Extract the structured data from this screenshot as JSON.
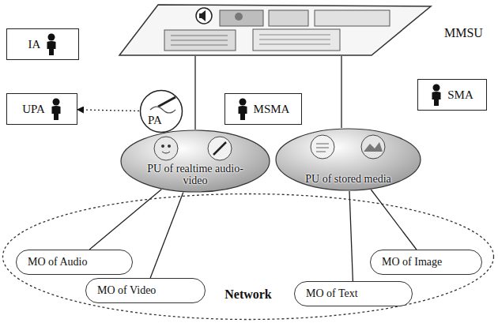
{
  "diagram": {
    "nodes": [
      {
        "text": [
          "MMSU"
        ]
      },
      {
        "text": [
          "IA"
        ]
      },
      {
        "text": [
          "UPA"
        ]
      },
      {
        "text": [
          "PA"
        ]
      },
      {
        "text": [
          "MSMA"
        ]
      },
      {
        "text": [
          "SMA"
        ]
      },
      {
        "text": [
          "PU of realtime audio-video"
        ]
      },
      {
        "text": [
          "PU of stored media"
        ]
      },
      {
        "text": [
          "Network"
        ]
      },
      {
        "text": [
          "MO of Audio"
        ],
        "in": 8
      },
      {
        "text": [
          "MO of Image"
        ],
        "in": 8
      },
      {
        "text": [
          "MO of Video"
        ],
        "in": 8
      },
      {
        "text": [
          "MO of Text"
        ],
        "in": 8
      }
    ],
    "edges": [
      {
        "from": 3,
        "to": 2,
        "arrow": "to"
      },
      {
        "from": 6,
        "to": 0,
        "arrow": "none"
      },
      {
        "from": 7,
        "to": 0,
        "arrow": "none"
      },
      {
        "from": 9,
        "to": 6,
        "arrow": "none"
      },
      {
        "from": 11,
        "to": 6,
        "arrow": "none"
      },
      {
        "from": 10,
        "to": 7,
        "arrow": "none"
      },
      {
        "from": 12,
        "to": 7,
        "arrow": "none"
      }
    ]
  }
}
